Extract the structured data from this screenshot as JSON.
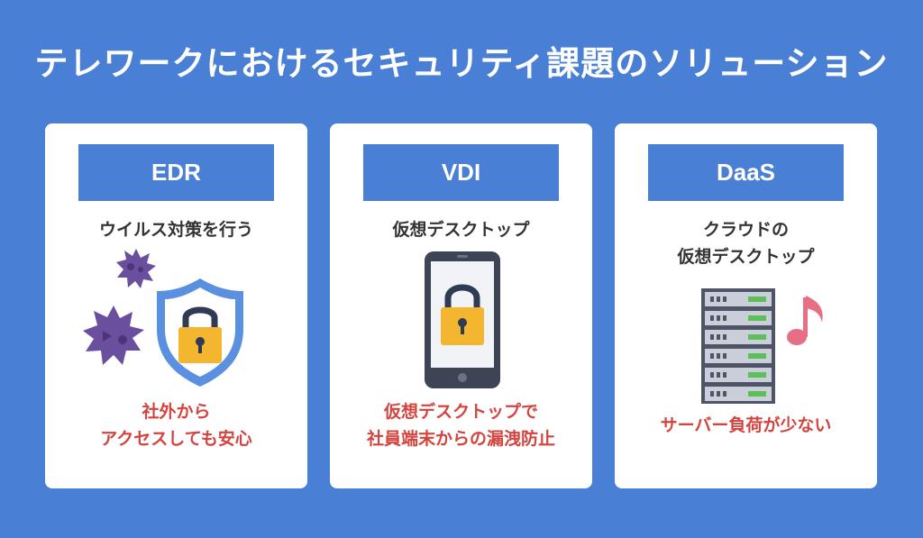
{
  "title": "テレワークにおけるセキュリティ課題のソリューション",
  "cards": [
    {
      "tag": "EDR",
      "subtitle_lines": [
        "ウイルス対策を行う"
      ],
      "result_lines": [
        "社外から",
        "アクセスしても安心"
      ],
      "icons": [
        "virus-icon",
        "virus-icon",
        "shield-lock-icon"
      ]
    },
    {
      "tag": "VDI",
      "subtitle_lines": [
        "仮想デスクトップ"
      ],
      "result_lines": [
        "仮想デスクトップで",
        "社員端末からの漏洩防止"
      ],
      "icons": [
        "smartphone-lock-icon"
      ]
    },
    {
      "tag": "DaaS",
      "subtitle_lines": [
        "クラウドの",
        "仮想デスクトップ"
      ],
      "result_lines": [
        "サーバー負荷が少ない"
      ],
      "icons": [
        "server-rack-icon",
        "music-note-icon"
      ]
    }
  ],
  "colors": {
    "background": "#4a7fd6",
    "accent_text": "#d4443e",
    "virus": "#6a4f9e",
    "shield": "#5b8fe0",
    "lock": "#f4b62e",
    "music_note": "#e66f86"
  }
}
